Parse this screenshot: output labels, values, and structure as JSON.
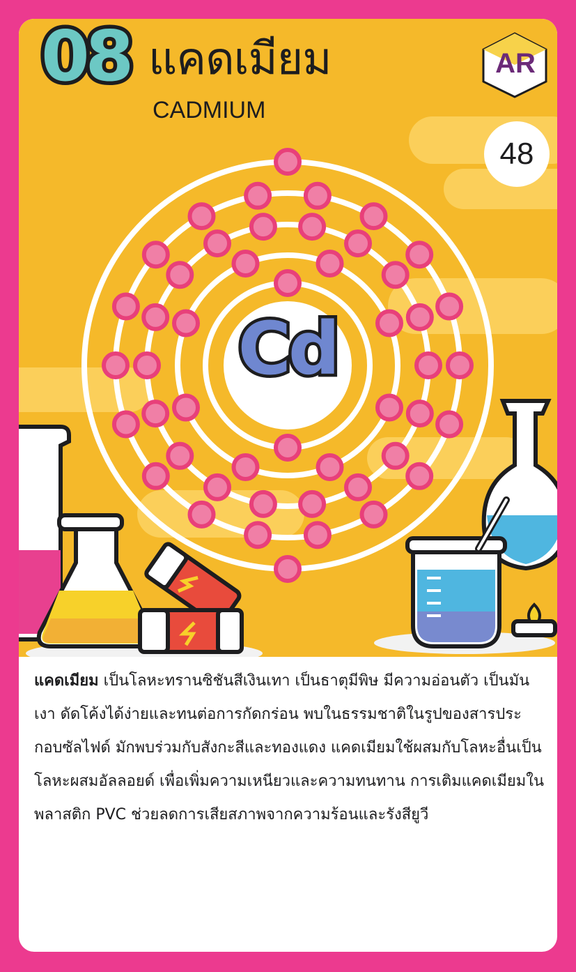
{
  "card": {
    "number": "08",
    "title_th": "แคดเมียม",
    "title_en": "CADMIUM",
    "ar_label": "AR",
    "atomic_number": "48",
    "symbol": "Cd",
    "description_term": "แคดเมียม",
    "description_body": " เป็นโลหะทรานซิชันสีเงินเทา เป็นธาตุมีพิษ มีความอ่อนตัว เป็นมันเงา ดัดโค้งได้ง่ายและทนต่อการกัดกร่อน พบในธรรมชาติในรูปของสารประกอบซัลไฟด์ มักพบร่วมกับสังกะสีและทองแดง แคดเมียมใช้ผสมกับโลหะอื่นเป็นโลหะผสมอัลลอยด์ เพื่อเพิ่มความเหนียวและความทนทาน การเติมแคดเมียมในพลาสติก PVC ช่วยลดการเสียสภาพจากความร้อนและรังสียูวี"
  },
  "atom": {
    "electron_shells": [
      2,
      8,
      18,
      18,
      2
    ]
  },
  "colors": {
    "frame": "#ec3a8f",
    "background": "#f5b92a",
    "electron": "#e8407a",
    "symbol": "#6f87d0"
  },
  "icons": [
    "ar-badge-icon",
    "flask-icon",
    "battery-icon",
    "beaker-icon",
    "burner-icon"
  ]
}
